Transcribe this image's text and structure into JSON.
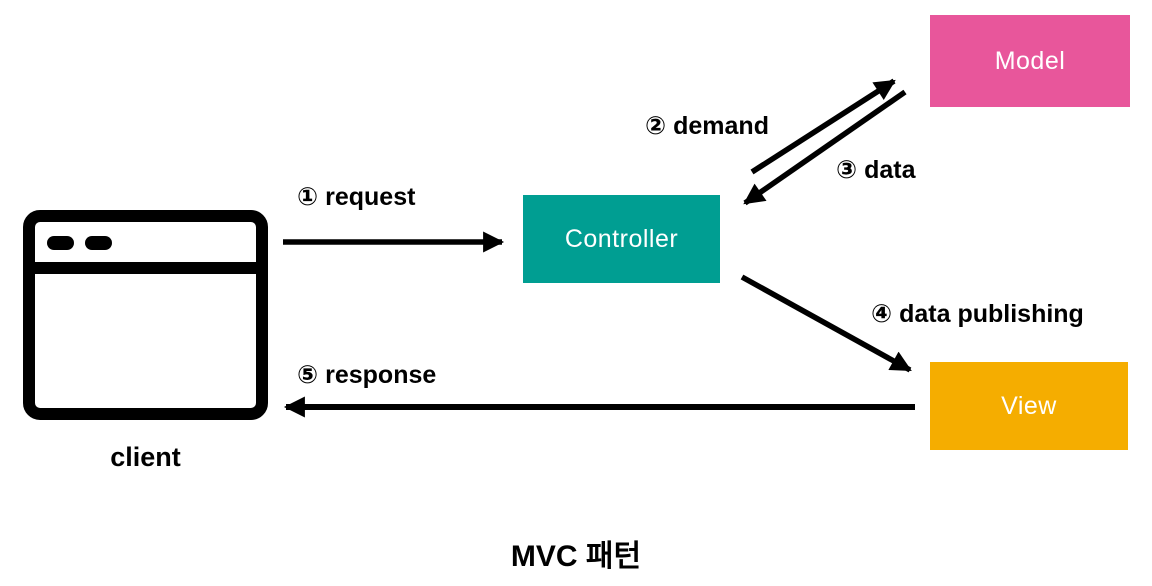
{
  "title": "MVC 패턴",
  "colors": {
    "model": "#E8569B",
    "controller": "#009E92",
    "view": "#F5AD00",
    "ink": "#000000"
  },
  "nodes": {
    "client": {
      "label": "client",
      "icon": "browser-window-icon"
    },
    "controller": {
      "label": "Controller"
    },
    "model": {
      "label": "Model"
    },
    "view": {
      "label": "View"
    }
  },
  "arrows": [
    {
      "id": "request",
      "label": "① request",
      "from": "client",
      "to": "controller"
    },
    {
      "id": "demand",
      "label": "② demand",
      "from": "controller",
      "to": "model"
    },
    {
      "id": "data",
      "label": "③ data",
      "from": "model",
      "to": "controller"
    },
    {
      "id": "data-publishing",
      "label": "④ data publishing",
      "from": "controller",
      "to": "view"
    },
    {
      "id": "response",
      "label": "⑤ response",
      "from": "view",
      "to": "client"
    }
  ]
}
